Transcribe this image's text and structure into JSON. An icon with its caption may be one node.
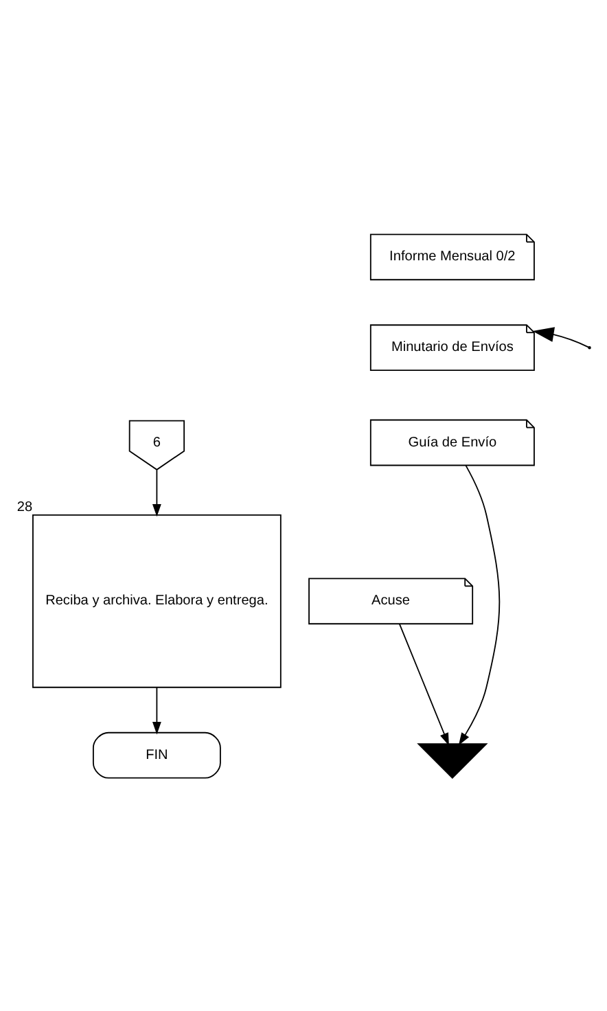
{
  "diagram": {
    "nodes": [
      {
        "text": [
          "6"
        ]
      },
      {
        "text": [
          "Reciba y archiva. Elabora y entrega."
        ],
        "beside": [
          "28"
        ]
      },
      {
        "text": [
          "Informe Mensual 0/2"
        ]
      },
      {
        "text": [
          "Minutario de Envíos"
        ]
      },
      {
        "text": [
          "Guía de Envío"
        ]
      },
      {
        "text": [
          "Acuse"
        ]
      },
      {
        "text": [],
        "shape": "triangle"
      },
      {
        "text": [
          "FIN"
        ]
      }
    ],
    "edges": [
      {
        "from": 0,
        "to": 1,
        "arrow": "to"
      },
      {
        "from": 1,
        "to": 7,
        "arrow": "to"
      },
      {
        "from": null,
        "to": 3,
        "arrow": "to"
      },
      {
        "from": 4,
        "to": 6,
        "arrow": "to"
      },
      {
        "from": 5,
        "to": 6,
        "arrow": "to"
      }
    ]
  }
}
